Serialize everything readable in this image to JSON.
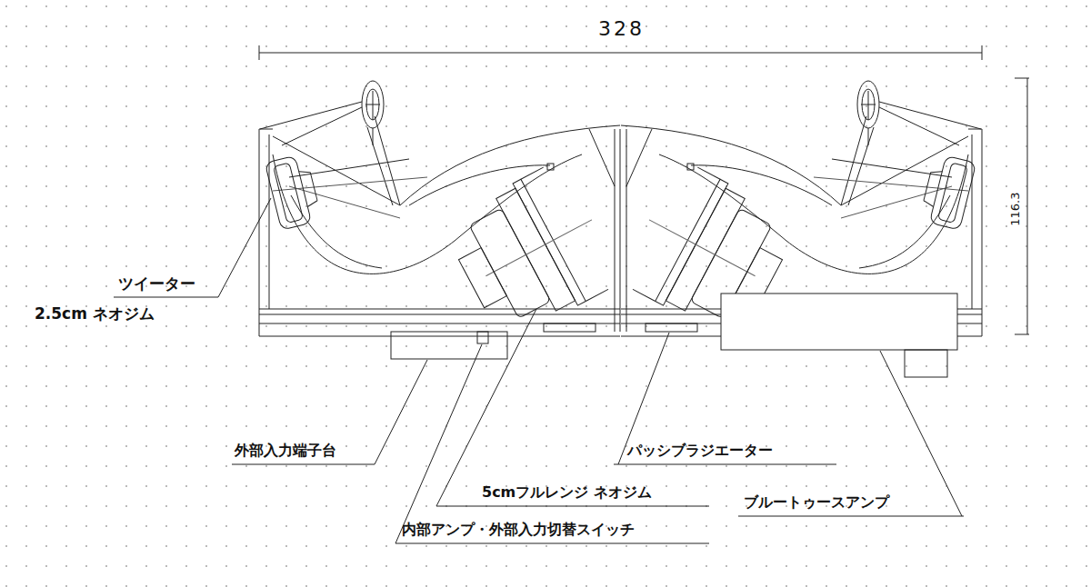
{
  "diagram": {
    "labels": [
      "328",
      "116.3",
      "ツイーター",
      "2.5cm ネオジム",
      "外部入力端子台",
      "パッシブラジエーター",
      "5cmフルレンジ ネオジム",
      "ブルートゥースアンプ",
      "内部アンプ・外部入力切替スイッチ"
    ]
  }
}
